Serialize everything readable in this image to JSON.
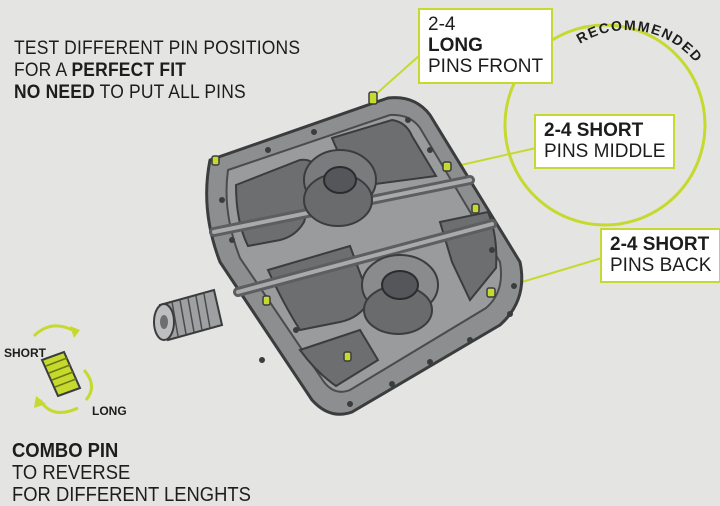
{
  "headline": {
    "line1": "TEST DIFFERENT PIN POSITIONS",
    "line2_pre": "FOR A ",
    "line2_bold": "PERFECT FIT",
    "line3_bold": "NO NEED",
    "line3_rest": " TO PUT ALL PINS"
  },
  "recommended": "RECOMMENDED",
  "callouts": {
    "front": {
      "line1_pre": "2-4 ",
      "line1_bold": "LONG",
      "line2": "PINS FRONT"
    },
    "middle": {
      "line1_bold": "2-4 SHORT",
      "line2": "PINS MIDDLE"
    },
    "back": {
      "line1_bold": "2-4 SHORT",
      "line2": "PINS BACK"
    }
  },
  "combo": {
    "short_label": "SHORT",
    "long_label": "LONG",
    "line1_bold": "COMBO PIN",
    "line1_rest": " TO REVERSE",
    "line2": "FOR DIFFERENT LENGHTS"
  },
  "colors": {
    "accent": "#c6d92e",
    "text": "#1d1d1d",
    "metal": "#8d8e90",
    "background": "#e4e4e2"
  }
}
